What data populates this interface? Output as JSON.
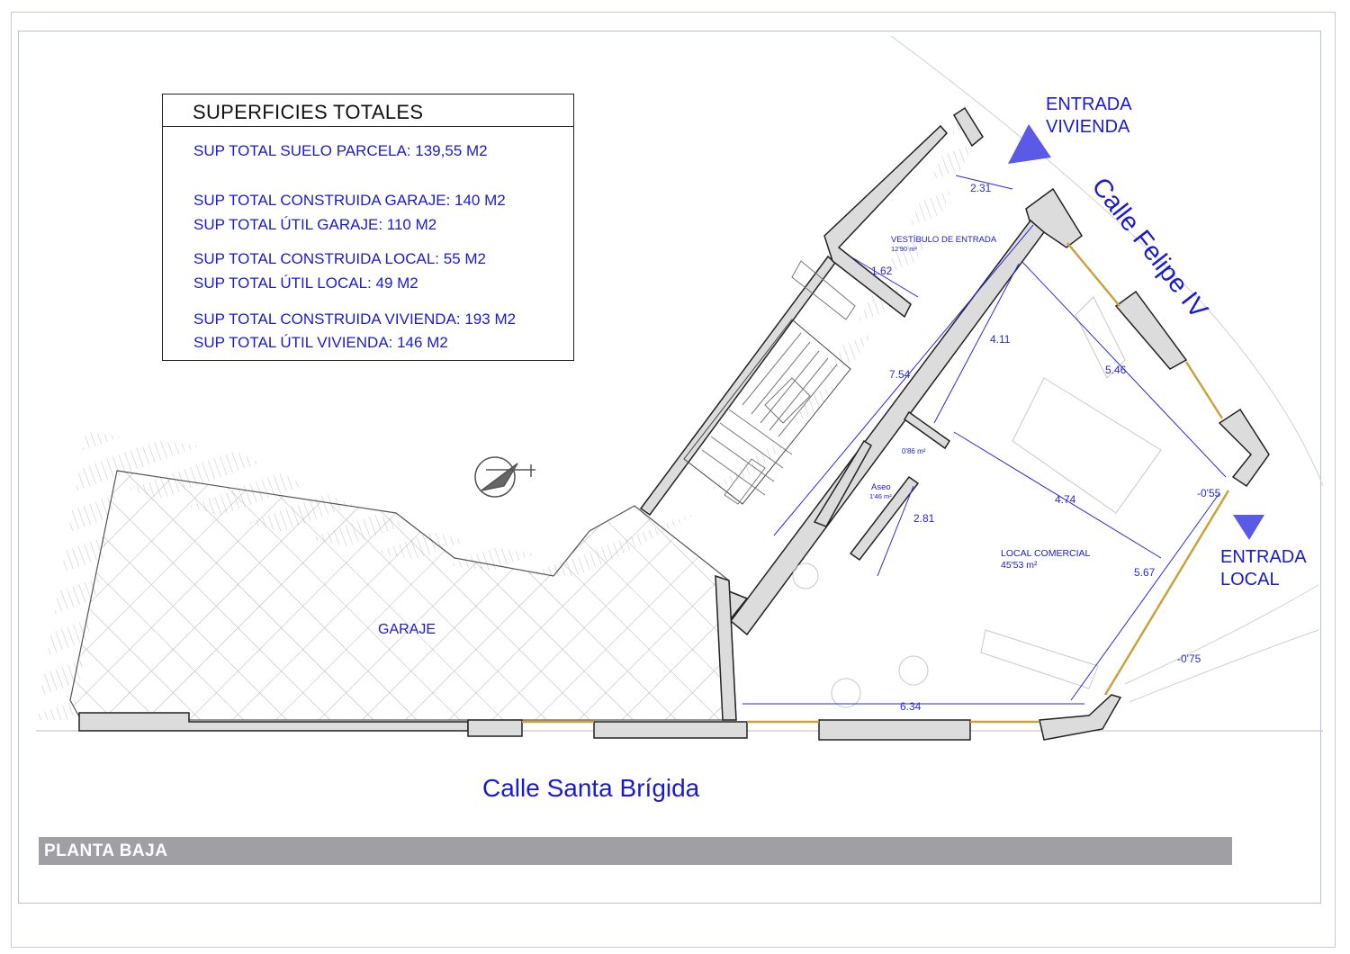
{
  "legend": {
    "title": "SUPERFICIES TOTALES",
    "lines": [
      "SUP TOTAL SUELO PARCELA: 139,55 M2",
      "SUP TOTAL CONSTRUIDA  GARAJE: 140 M2",
      "SUP TOTAL ÚTIL GARAJE: 110 M2",
      "SUP TOTAL CONSTRUIDA  LOCAL: 55 M2",
      "SUP TOTAL ÚTIL LOCAL: 49 M2",
      "SUP TOTAL CONSTRUIDA VIVIENDA: 193 M2",
      "SUP TOTAL ÚTIL VIVIENDA: 146 M2"
    ]
  },
  "entrances": {
    "vivienda": [
      "ENTRADA",
      "VIVIENDA"
    ],
    "local": [
      "ENTRADA",
      "LOCAL"
    ]
  },
  "streets": {
    "felipe": "Calle Felipe IV",
    "brigida": "Calle Santa Brígida"
  },
  "rooms": {
    "vestibulo_name": "VESTÍBULO DE ENTRADA",
    "vestibulo_area": "12'90 m²",
    "aseo_name": "Aseo",
    "aseo_area": "1'46 m²",
    "passage_area": "0'86 m²",
    "local_name": "LOCAL COMERCIAL",
    "local_area": "45'53 m²",
    "garaje_name": "GARAJE"
  },
  "dimensions": {
    "d231": "2.31",
    "d162": "1.62",
    "d411": "4.11",
    "d754": "7.54",
    "d546": "5.46",
    "d474": "4.74",
    "d281": "2.81",
    "d567": "5.67",
    "d634": "6.34",
    "lvl055": "-0'55",
    "lvl075": "-0'75"
  },
  "footer": {
    "sheet_title": "PLANTA BAJA"
  },
  "colors": {
    "blue_text": "#1a1ad0",
    "dim_line": "#2b2bd6",
    "wall_fill": "#dcdcdc",
    "glazing": "#c9a23a",
    "bar_gray": "#a0a0a4"
  }
}
